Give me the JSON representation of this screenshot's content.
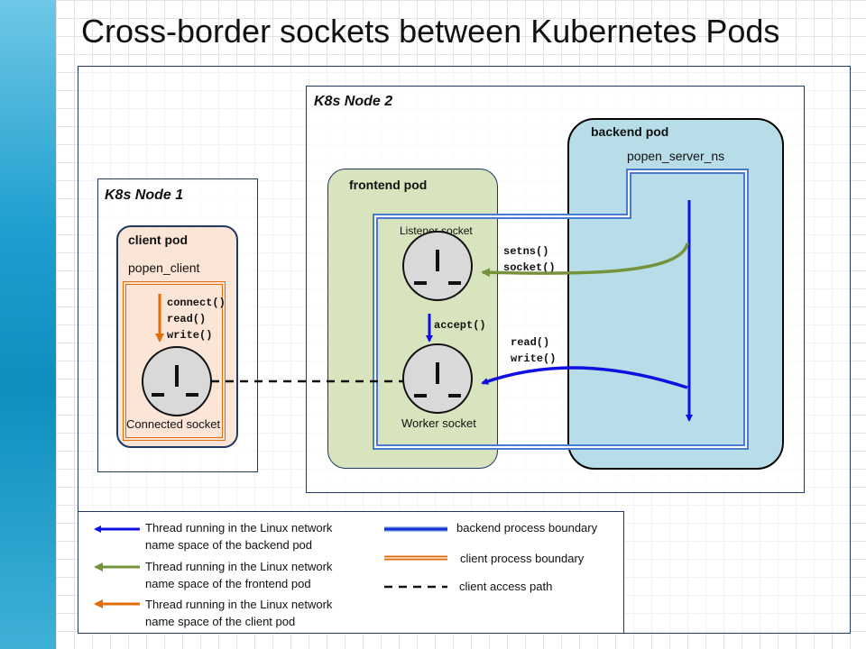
{
  "title": "Cross-border sockets between Kubernetes Pods",
  "node1": {
    "label": "K8s Node 1"
  },
  "node2": {
    "label": "K8s Node 2"
  },
  "client_pod": {
    "label": "client pod",
    "process": "popen_client",
    "calls": [
      "connect()",
      "read()",
      "write()"
    ],
    "socket": "Connected socket"
  },
  "frontend_pod": {
    "label": "frontend pod",
    "listener": "Listener socket",
    "worker": "Worker socket",
    "accept": "accept()"
  },
  "backend_pod": {
    "label": "backend pod",
    "process": "popen_server_ns",
    "setns_calls": [
      "setns()",
      "socket()"
    ],
    "rw_calls": [
      "read()",
      "write()"
    ]
  },
  "legend": {
    "thread_backend": [
      "Thread running in the Linux network",
      "name space of the backend pod"
    ],
    "thread_frontend": [
      "Thread running in the Linux network",
      "name space of the frontend pod"
    ],
    "thread_client": [
      "Thread running in the Linux network",
      "name space of the client pod"
    ],
    "backend_boundary": "backend process boundary",
    "client_boundary": "client process boundary",
    "access_path": "client access path"
  },
  "colors": {
    "blue": "#1010e0",
    "green": "#76923c",
    "orange": "#e36c0a",
    "boundary_blue": "#4a7ad0"
  }
}
